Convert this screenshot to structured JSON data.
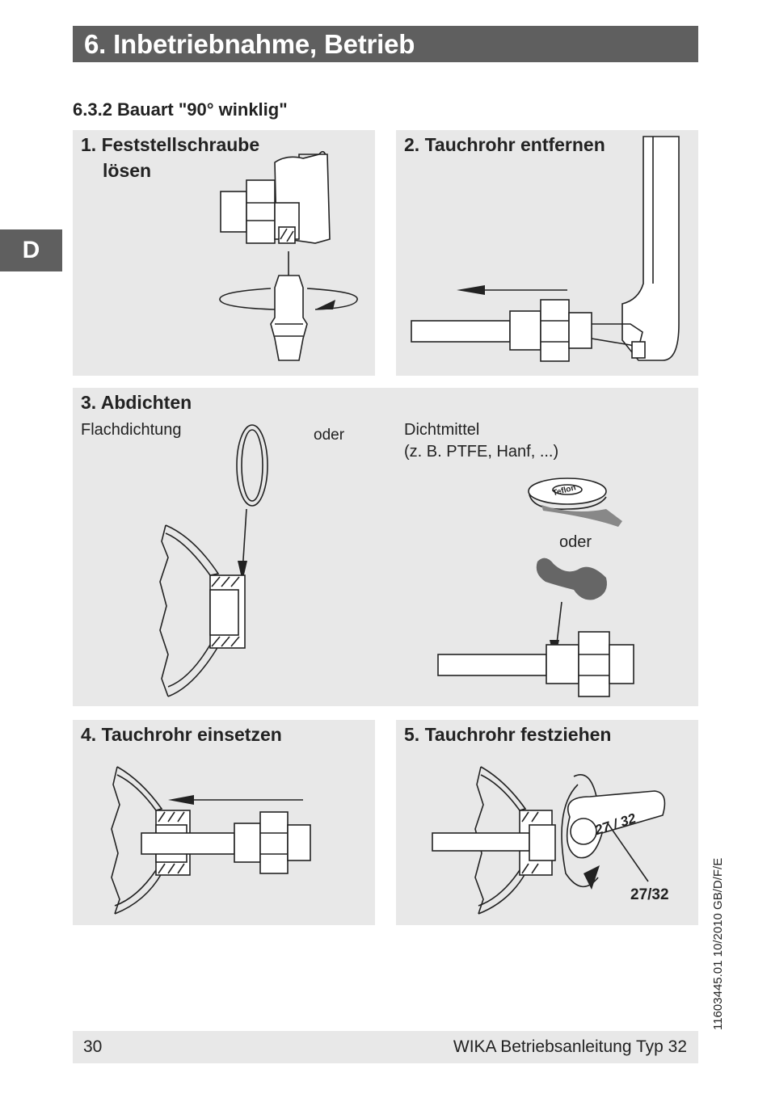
{
  "header": {
    "title": "6. Inbetriebnahme, Betrieb"
  },
  "lang_tab": "D",
  "section": {
    "title": "6.3.2 Bauart \"90° winklig\""
  },
  "steps": {
    "s1": {
      "line1": "1. Feststellschraube",
      "line2": "lösen"
    },
    "s2": {
      "title": "2. Tauchrohr entfernen"
    },
    "s3": {
      "title": "3. Abdichten",
      "flat_seal": "Flachdichtung",
      "or1": "oder",
      "sealant_line1": "Dichtmittel",
      "sealant_line2": "(z. B. PTFE, Hanf, ...)",
      "or2": "oder",
      "tape_text": "Teflon"
    },
    "s4": {
      "title": "4. Tauchrohr einsetzen"
    },
    "s5": {
      "title": "5. Tauchrohr festziehen",
      "wrench_text": "27 / 32",
      "wrench_label": "27/32"
    }
  },
  "footer": {
    "page": "30",
    "text": "WIKA Betriebsanleitung Typ 32"
  },
  "side_code": "11603445.01 10/2010 GB/D/F/E",
  "colors": {
    "header_bg": "#5f5f5f",
    "panel_bg": "#e8e8e8",
    "text": "#222222"
  }
}
